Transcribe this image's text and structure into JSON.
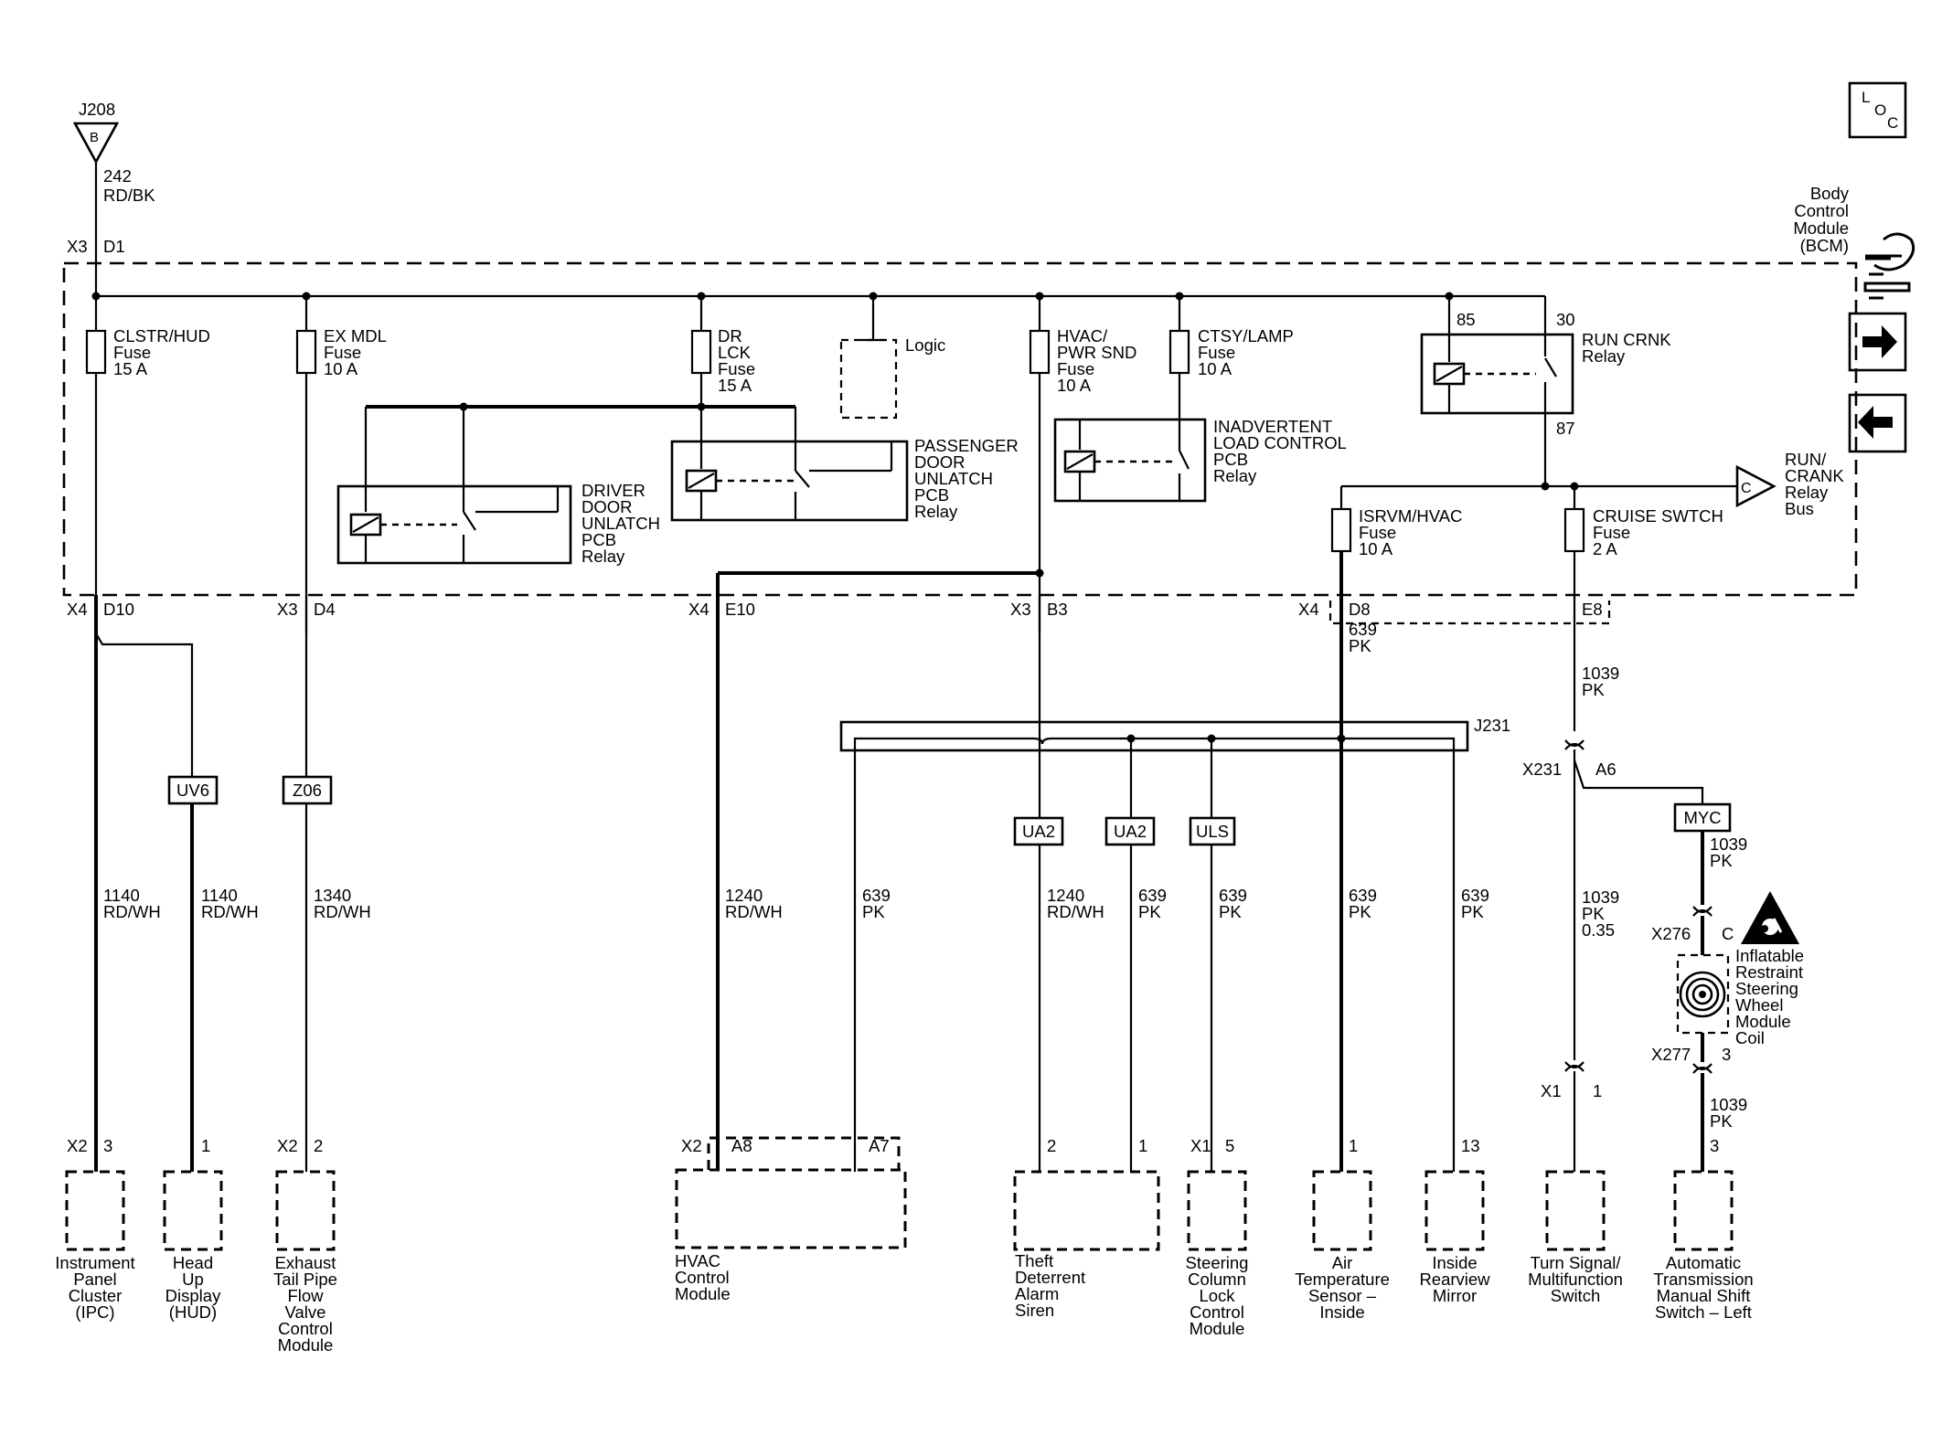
{
  "header": {
    "loc_icon": {
      "l": "L",
      "o": "O",
      "c": "C"
    },
    "tool_icon": "component-tools-icon",
    "next_icon": "arrow-right-icon",
    "prev_icon": "arrow-left-icon"
  },
  "power_source": {
    "connector": "J208",
    "pin": "B",
    "circuit": "242",
    "color": "RD/BK"
  },
  "bcm": {
    "label": [
      "Body",
      "Control",
      "Module",
      "(BCM)"
    ],
    "input_conn": "X3",
    "input_pin": "D1"
  },
  "fuses": [
    {
      "lines": [
        "CLSTR/HUD",
        "Fuse",
        "15 A"
      ]
    },
    {
      "lines": [
        "EX MDL",
        "Fuse",
        "10 A"
      ]
    },
    {
      "lines": [
        "DR",
        "LCK",
        "Fuse",
        "15 A"
      ]
    },
    {
      "lines": [
        "HVAC/",
        "PWR SND",
        "Fuse",
        "10 A"
      ]
    },
    {
      "lines": [
        "CTSY/LAMP",
        "Fuse",
        "10 A"
      ]
    },
    {
      "lines": [
        "ISRVM/HVAC",
        "Fuse",
        "10 A"
      ]
    },
    {
      "lines": [
        "CRUISE SWTCH",
        "Fuse",
        "2 A"
      ]
    }
  ],
  "logic_label": "Logic",
  "relays": {
    "driver": [
      "DRIVER",
      "DOOR",
      "UNLATCH",
      "PCB",
      "Relay"
    ],
    "passenger": [
      "PASSENGER",
      "DOOR",
      "UNLATCH",
      "PCB",
      "Relay"
    ],
    "inadvertent": [
      "INADVERTENT",
      "LOAD CONTROL",
      "PCB",
      "Relay"
    ],
    "run_crank": [
      "RUN CRNK",
      "Relay"
    ],
    "run_crank_pins": {
      "p85": "85",
      "p30": "30",
      "p87": "87"
    }
  },
  "bus": {
    "letter": "C",
    "lines": [
      "RUN/",
      "CRANK",
      "Relay",
      "Bus"
    ]
  },
  "bcm_outputs": [
    {
      "conn": "X4",
      "pin": "D10"
    },
    {
      "conn": "X3",
      "pin": "D4"
    },
    {
      "conn": "X4",
      "pin": "E10"
    },
    {
      "conn": "X3",
      "pin": "B3"
    },
    {
      "conn": "X4",
      "pin": "D8"
    },
    {
      "conn": "",
      "pin": "E8"
    }
  ],
  "splice": "J231",
  "option_codes": [
    "UV6",
    "Z06",
    "UA2",
    "UA2",
    "ULS",
    "MYC"
  ],
  "wires": [
    {
      "circuit": "1140",
      "color": "RD/WH"
    },
    {
      "circuit": "1140",
      "color": "RD/WH"
    },
    {
      "circuit": "1340",
      "color": "RD/WH"
    },
    {
      "circuit": "1240",
      "color": "RD/WH"
    },
    {
      "circuit": "639",
      "color": "PK"
    },
    {
      "circuit": "1240",
      "color": "RD/WH"
    },
    {
      "circuit": "639",
      "color": "PK"
    },
    {
      "circuit": "639",
      "color": "PK"
    },
    {
      "circuit": "639",
      "color": "PK"
    },
    {
      "circuit": "639",
      "color": "PK"
    },
    {
      "circuit": "639",
      "color": "PK"
    },
    {
      "circuit": "1039",
      "color": "PK"
    },
    {
      "circuit": "1039",
      "color": "PK",
      "size": "0.35"
    },
    {
      "circuit": "1039",
      "color": "PK"
    },
    {
      "circuit": "1039",
      "color": "PK"
    }
  ],
  "inline_connectors": {
    "x231": "X231",
    "x231_pin": "A6",
    "x276": "X276",
    "x276_pin": "C",
    "x277": "X277",
    "x277_pin": "3"
  },
  "coil_label": [
    "Inflatable",
    "Restraint",
    "Steering",
    "Wheel",
    "Module",
    "Coil"
  ],
  "components": [
    {
      "conn": "X2",
      "pin": "3",
      "name": [
        "Instrument",
        "Panel",
        "Cluster",
        "(IPC)"
      ]
    },
    {
      "conn": "",
      "pin": "1",
      "name": [
        "Head",
        "Up",
        "Display",
        "(HUD)"
      ]
    },
    {
      "conn": "X2",
      "pin": "2",
      "name": [
        "Exhaust",
        "Tail Pipe",
        "Flow",
        "Valve",
        "Control",
        "Module"
      ]
    },
    {
      "conn": "X2",
      "pins": [
        "A8",
        "A7"
      ],
      "name": [
        "HVAC",
        "Control",
        "Module"
      ]
    },
    {
      "conn": "",
      "pins": [
        "2",
        "1"
      ],
      "name": [
        "Theft",
        "Deterrent",
        "Alarm",
        "Siren"
      ]
    },
    {
      "conn": "X1",
      "pin": "5",
      "name": [
        "Steering",
        "Column",
        "Lock",
        "Control",
        "Module"
      ]
    },
    {
      "conn": "",
      "pin": "1",
      "name": [
        "Air",
        "Temperature",
        "Sensor –",
        "Inside"
      ]
    },
    {
      "conn": "",
      "pin": "13",
      "name": [
        "Inside",
        "Rearview",
        "Mirror"
      ]
    },
    {
      "conn": "X1",
      "pin": "1",
      "name": [
        "Turn Signal/",
        "Multifunction",
        "Switch"
      ]
    },
    {
      "conn": "",
      "pin": "3",
      "name": [
        "Automatic",
        "Transmission",
        "Manual Shift",
        "Switch – Left"
      ]
    }
  ],
  "colors": {
    "line": "#000000",
    "background": "#ffffff"
  }
}
